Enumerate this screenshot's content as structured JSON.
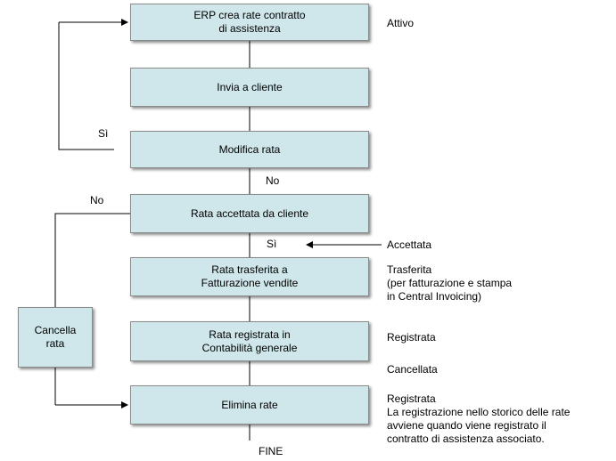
{
  "steps": {
    "erp": "ERP crea rate contratto\ndi assistenza",
    "invia": "Invia a cliente",
    "modifica": "Modifica rata",
    "accettata": "Rata accettata da cliente",
    "trasferita": "Rata trasferita a\nFatturazione vendite",
    "registrata": "Rata registrata in\nContabilità generale",
    "elimina": "Elimina rate",
    "cancella": "Cancella\nrata"
  },
  "branches": {
    "si_top": "Sì",
    "no_mid": "No",
    "no_left": "No",
    "si_mid": "Sì",
    "fine": "FINE"
  },
  "statuses": {
    "attivo": "Attivo",
    "accettata": "Accettata",
    "trasferita": "Trasferita\n(per fatturazione e stampa\nin Central Invoicing)",
    "registrata": "Registrata",
    "cancellata": "Cancellata",
    "registrata_final": "Registrata\nLa registrazione nello storico delle rate\navviene quando viene registrato il\ncontratto di assistenza associato."
  }
}
